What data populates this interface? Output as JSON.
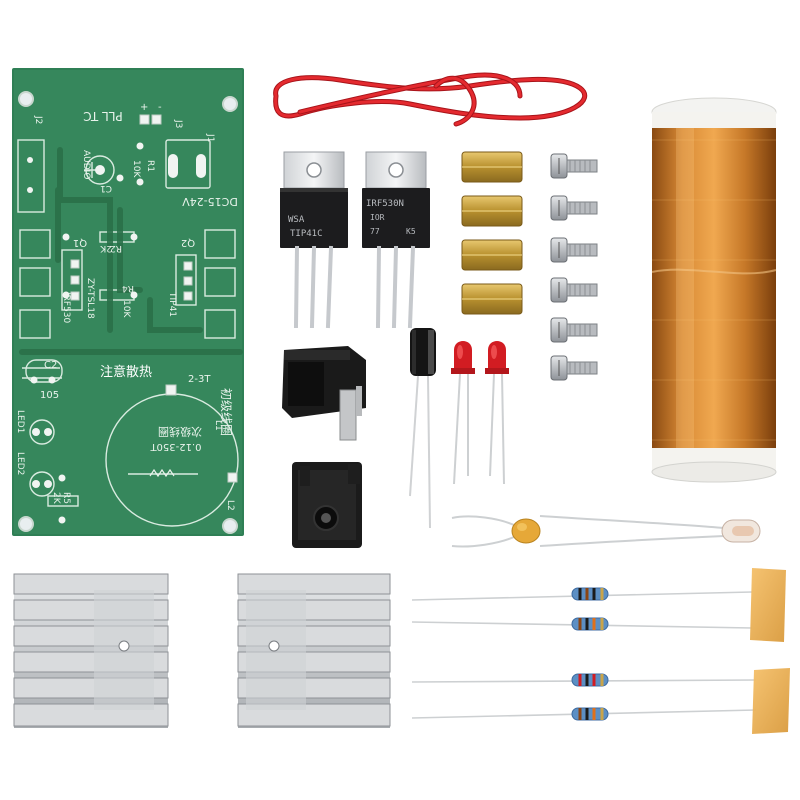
{
  "pcb": {
    "title": "PLL TC",
    "power": "DC15-24V",
    "heat_note": "注意散热",
    "primary_coil": "初级线圈",
    "secondary_coil": "次级线圈",
    "secondary_spec": "0.12-350T",
    "turns": "2-3T",
    "audio": "AUDIO",
    "q1": "Q1",
    "q2": "Q2",
    "q1_part": "IRF530",
    "q2_part": "TIP41",
    "zy": "ZY-TSL18",
    "c2": "C2",
    "c2_val": "105",
    "led1": "LED1",
    "led2": "LED2",
    "j1": "J1",
    "j2": "J2",
    "j3": "J3",
    "r1": "R1",
    "r1_val": "10K",
    "r2": "R2",
    "r2_val": "2K",
    "r4": "R4",
    "r4_val": "10K",
    "r5": "R5",
    "r5_val": "2K",
    "c1": "C1",
    "l1": "L1",
    "l2": "L2",
    "plus": "+",
    "minus": "-"
  },
  "transistor_left": {
    "brand": "WSA",
    "part": "TIP41C"
  },
  "transistor_right": {
    "part": "IRF530N",
    "line2": "IOR",
    "line3": "77",
    "line4": "K5"
  },
  "colors": {
    "pcb_green": "#2f7f55",
    "copper": "#c27a2a",
    "red_wire": "#e01f26",
    "heatsink": "#c9ccd0",
    "brass": "#c9a24a"
  }
}
